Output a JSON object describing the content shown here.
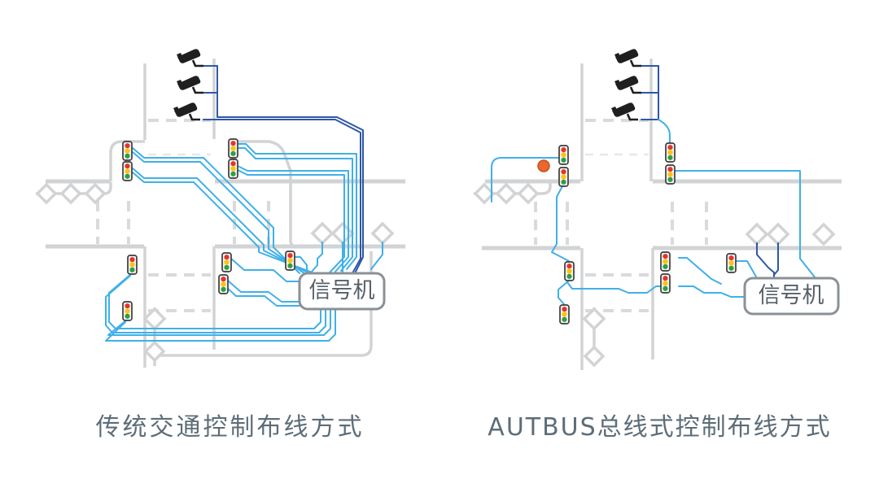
{
  "figure_title": "",
  "panels": [
    {
      "id": "traditional",
      "caption": "传统交通控制布线方式",
      "box_label": "信号机",
      "devices": {
        "cameras": 3,
        "traffic_lights": 9,
        "loop_detectors": 8,
        "wiring_style": "point-to-point multi-cable"
      }
    },
    {
      "id": "autbus",
      "caption": "AUTBUS总线式控制布线方式",
      "box_label": "信号机",
      "devices": {
        "cameras": 3,
        "traffic_lights": 9,
        "loop_detectors": 8,
        "bus_nodes": 1,
        "wiring_style": "single daisy-chain bus"
      }
    }
  ],
  "icons": {
    "traffic-light-icon": "vertical signal head with red / yellow / green lamps",
    "camera-icon": "black CCTV camera on bracket",
    "loop-detector-icon": "gray diamond outline",
    "bus-node-icon": "orange dot node",
    "signal-box": "rounded rectangle label box"
  },
  "colors": {
    "wire_light_blue": "#3fb0e8",
    "wire_dark_blue": "#2e57a6",
    "road_gray": "#d2d3d5",
    "caption_text": "#5d6d78",
    "label_text": "#566069",
    "label_border": "#8a9196",
    "detector_orange": "#e8682e",
    "signal_red": "#e63329",
    "signal_yellow": "#ffc20e",
    "signal_green": "#2f9e41",
    "camera_black": "#1f1f1f"
  }
}
